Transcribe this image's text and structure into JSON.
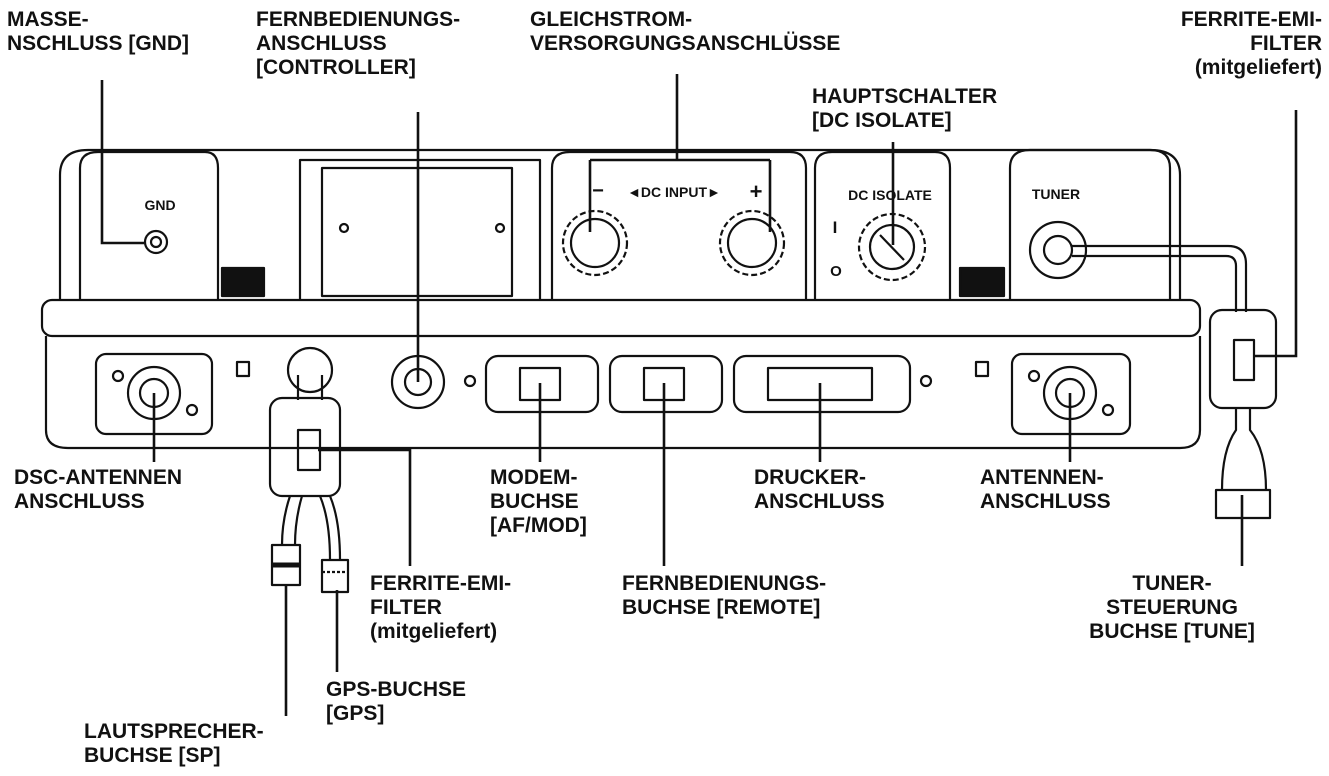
{
  "labels": {
    "gnd_connector": [
      "MASSE-",
      "NSCHLUSS [GND]"
    ],
    "controller_connector": [
      "FERNBEDIENUNGS-",
      "ANSCHLUSS",
      "[CONTROLLER]"
    ],
    "dc_power_connectors": [
      "GLEICHSTROM-",
      "VERSORGUNGSANSCHLÜSSE"
    ],
    "main_switch": [
      "HAUPTSCHALTER",
      "[DC ISOLATE]"
    ],
    "ferrite_filter_right": [
      "FERRITE-EMI-",
      "FILTER",
      "(mitgeliefert)"
    ],
    "dsc_antenna": [
      "DSC-ANTENNEN",
      "ANSCHLUSS"
    ],
    "modem_jack": [
      "MODEM-",
      "BUCHSE",
      "[AF/MOD]"
    ],
    "printer_connector": [
      "DRUCKER-",
      "ANSCHLUSS"
    ],
    "antenna_connector": [
      "ANTENNEN-",
      "ANSCHLUSS"
    ],
    "ferrite_filter_left": [
      "FERRITE-EMI-",
      "FILTER",
      "(mitgeliefert)"
    ],
    "remote_jack": [
      "FERNBEDIENUNGS-",
      "BUCHSE [REMOTE]"
    ],
    "tuner_control_jack": [
      "TUNER-",
      "STEUERUNG",
      "BUCHSE [TUNE]"
    ],
    "gps_jack": [
      "GPS-BUCHSE",
      "[GPS]"
    ],
    "speaker_jack": [
      "LAUTSPRECHER-",
      "BUCHSE [SP]"
    ]
  },
  "panel_text": {
    "gnd": "GND",
    "dc_input_minus": "−",
    "dc_input": "◄DC INPUT►",
    "dc_input_plus": "+",
    "dc_isolate": "DC ISOLATE",
    "switch_on": "I",
    "switch_off": "O",
    "tuner": "TUNER"
  }
}
